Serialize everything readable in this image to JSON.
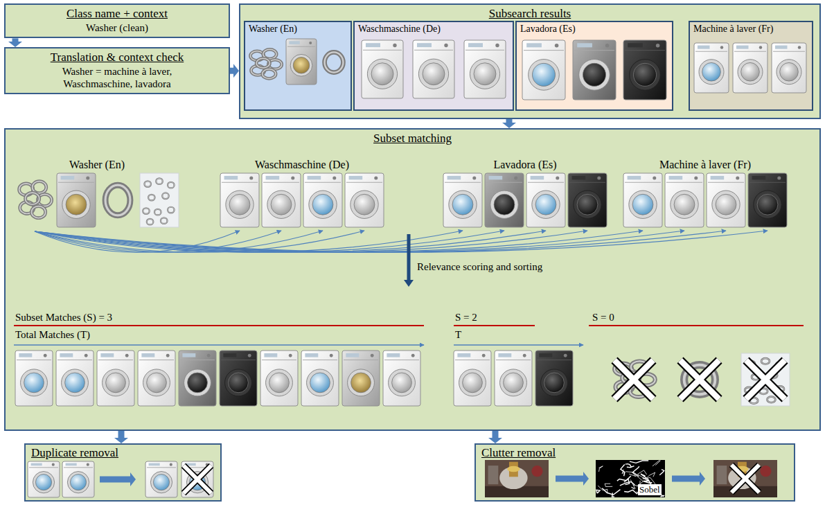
{
  "diagram": {
    "nodes": [
      {
        "text": [
          "Class name + context",
          "Washer (clean)"
        ]
      },
      {
        "text": [
          "Translation & context check",
          "Washer = machine à laver, Waschmaschine, lavadora"
        ]
      },
      {
        "text": [
          "Subsearch results"
        ]
      },
      {
        "text": [
          "Washer (En)"
        ],
        "in": 2
      },
      {
        "text": [
          "Waschmaschine (De)"
        ],
        "in": 2
      },
      {
        "text": [
          "Lavadora (Es)"
        ],
        "in": 2
      },
      {
        "text": [
          "Machine à laver (Fr)"
        ],
        "in": 2
      },
      {
        "text": [
          "Subset matching"
        ]
      },
      {
        "text": [
          "Duplicate removal"
        ]
      },
      {
        "text": [
          "Clutter removal"
        ]
      }
    ],
    "edges": [
      {
        "from": 0,
        "to": 1,
        "arrow": "to"
      },
      {
        "from": 1,
        "to": 2,
        "arrow": "to"
      },
      {
        "from": 2,
        "to": 7,
        "arrow": "to"
      },
      {
        "from": 7,
        "to": 8,
        "arrow": "to"
      },
      {
        "from": 7,
        "to": 9,
        "arrow": "to"
      }
    ],
    "labels": [
      "Washer (En)",
      "Waschmaschine (De)",
      "Lavadora (Es)",
      "Machine à laver (Fr)",
      "Relevance scoring and sorting",
      "Subset Matches (S) = 3",
      "Total Matches (T)",
      "S = 2",
      "T",
      "S = 0",
      "Sobel"
    ]
  }
}
